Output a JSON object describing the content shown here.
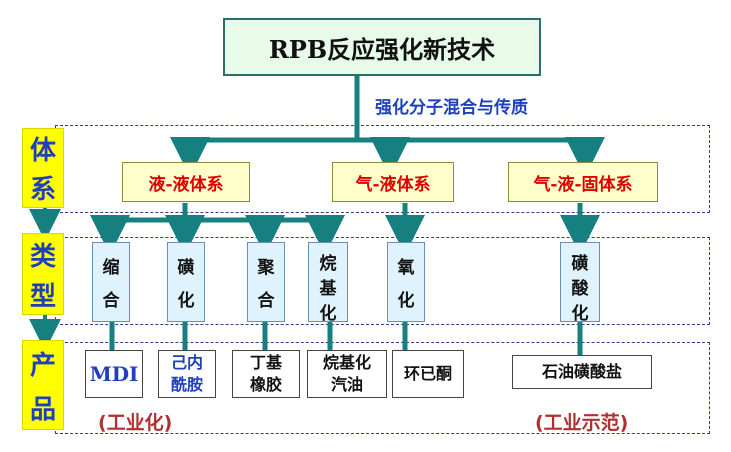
{
  "title": "RPB反应强化新技术",
  "subtitle": "强化分子混合与传质",
  "side_labels": {
    "system": [
      "体",
      "系"
    ],
    "type": [
      "类",
      "型"
    ],
    "product": [
      "产",
      "品"
    ]
  },
  "systems": [
    "液-液体系",
    "气-液体系",
    "气-液-固体系"
  ],
  "types": [
    {
      "chars": [
        "缩",
        "合"
      ]
    },
    {
      "chars": [
        "磺",
        "化"
      ]
    },
    {
      "chars": [
        "聚",
        "合"
      ]
    },
    {
      "chars": [
        "烷",
        "基",
        "化"
      ]
    },
    {
      "chars": [
        "氧",
        "化"
      ]
    },
    {
      "chars": [
        "磺",
        "酸",
        "化"
      ]
    }
  ],
  "products": [
    {
      "lines": [
        "MDI"
      ]
    },
    {
      "lines": [
        "己内",
        "酰胺"
      ]
    },
    {
      "lines": [
        "丁基",
        "橡胶"
      ]
    },
    {
      "lines": [
        "烷基化",
        "汽油"
      ]
    },
    {
      "lines": [
        "环已酮"
      ]
    },
    {
      "lines": [
        "石油磺酸盐"
      ]
    }
  ],
  "notes": {
    "industrial": "(工业化)",
    "demo": "(工业示范)"
  },
  "colors": {
    "connector": "#167f7f",
    "side_bg": "#ffff00",
    "system_text": "#e00000",
    "blue_text": "#1f3fbf"
  }
}
